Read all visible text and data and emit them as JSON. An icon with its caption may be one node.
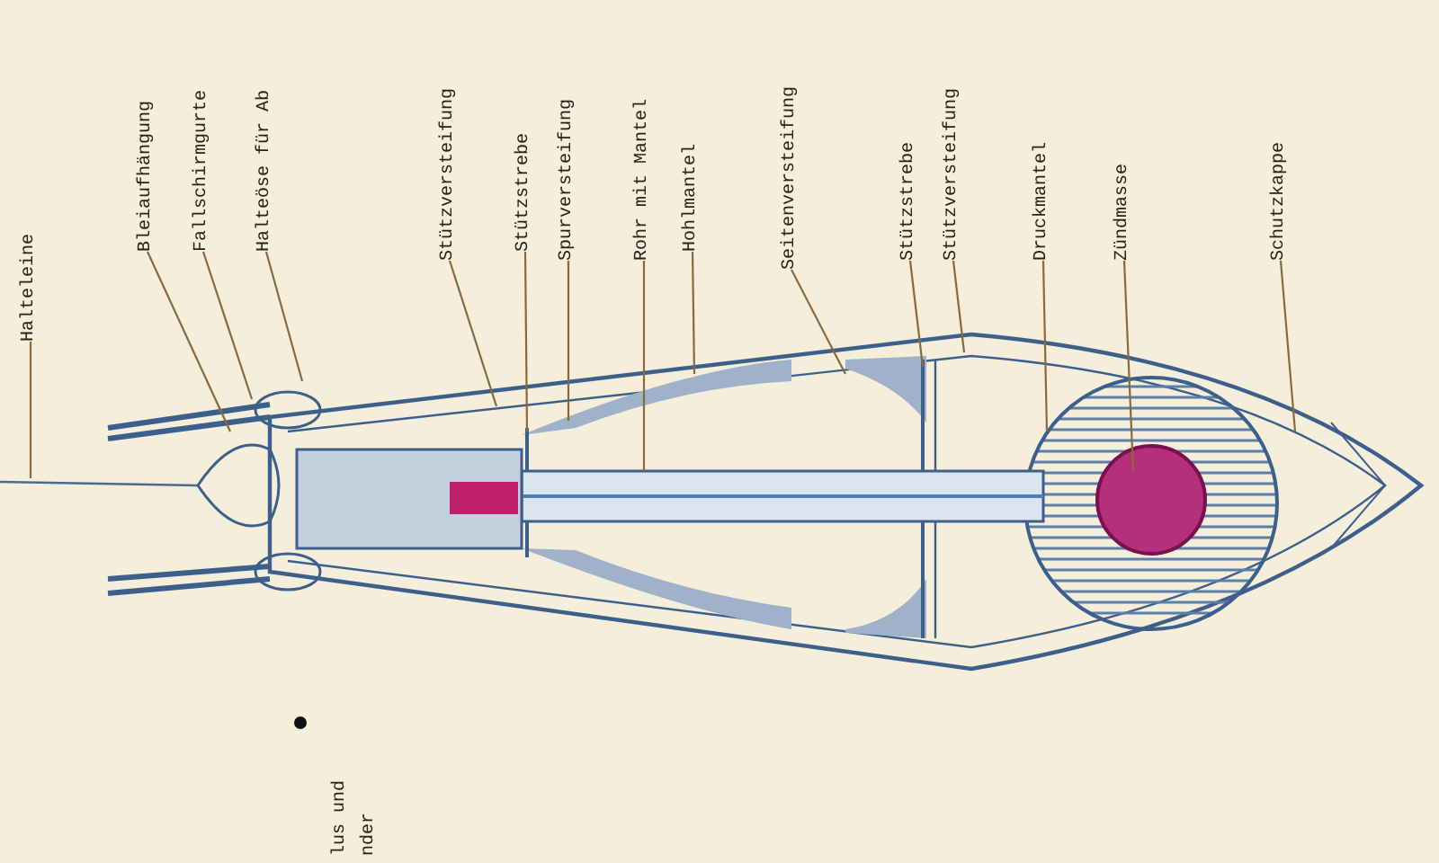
{
  "diagram": {
    "nodes": [
      {
        "text": [
          "Halteleine"
        ]
      },
      {
        "text": [
          "Bleiaufhängung"
        ]
      },
      {
        "text": [
          "Fallschirmgurte"
        ]
      },
      {
        "text": [
          "Halteöse für Ab"
        ]
      },
      {
        "text": [
          "Stützversteifung"
        ]
      },
      {
        "text": [
          "Stützstrebe"
        ]
      },
      {
        "text": [
          "Spurversteifung"
        ]
      },
      {
        "text": [
          "Rohr mit Mantel"
        ]
      },
      {
        "text": [
          "Hohlmantel"
        ]
      },
      {
        "text": [
          "Seitenversteifung"
        ]
      },
      {
        "text": [
          "Stützstrebe"
        ]
      },
      {
        "text": [
          "Stützversteifung"
        ]
      },
      {
        "text": [
          "Druckmantel"
        ]
      },
      {
        "text": [
          "Zündmasse"
        ]
      },
      {
        "text": [
          "Schutzkappe"
        ]
      }
    ],
    "edges": [
      {
        "from": 0,
        "to": null,
        "arrow": "none"
      },
      {
        "from": 1,
        "to": null,
        "arrow": "none"
      },
      {
        "from": 2,
        "to": null,
        "arrow": "none"
      },
      {
        "from": 3,
        "to": null,
        "arrow": "none"
      },
      {
        "from": 4,
        "to": null,
        "arrow": "none"
      },
      {
        "from": 5,
        "to": null,
        "arrow": "none"
      },
      {
        "from": 6,
        "to": null,
        "arrow": "none"
      },
      {
        "from": 7,
        "to": null,
        "arrow": "none"
      },
      {
        "from": 8,
        "to": null,
        "arrow": "none"
      },
      {
        "from": 9,
        "to": null,
        "arrow": "none"
      },
      {
        "from": 10,
        "to": null,
        "arrow": "none"
      },
      {
        "from": 11,
        "to": null,
        "arrow": "none"
      },
      {
        "from": 12,
        "to": null,
        "arrow": "none"
      },
      {
        "from": 13,
        "to": null,
        "arrow": "none"
      },
      {
        "from": 14,
        "to": null,
        "arrow": "none"
      }
    ],
    "labels": [
      "lus und",
      "nder"
    ]
  }
}
